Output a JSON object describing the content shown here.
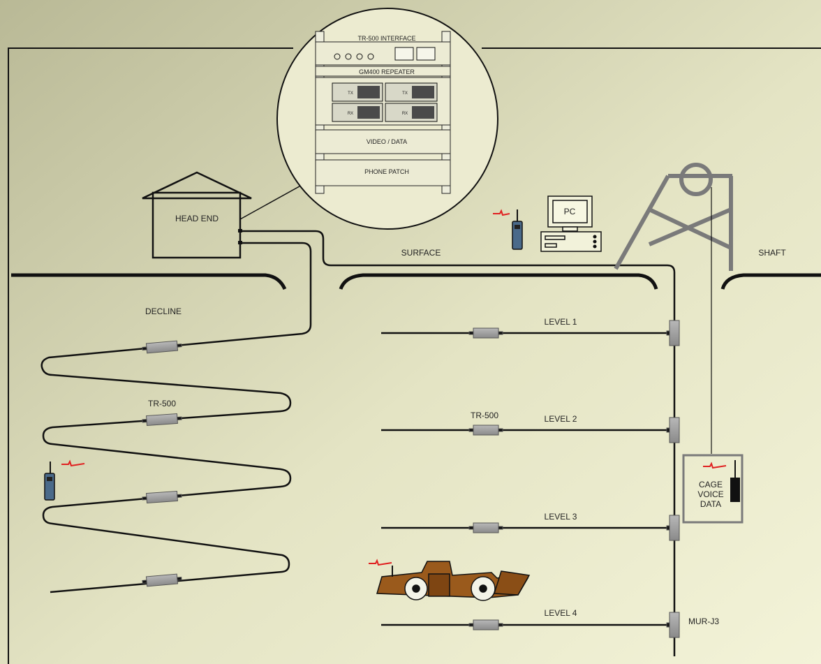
{
  "labels": {
    "head_end": "HEAD END",
    "surface": "SURFACE",
    "shaft": "SHAFT",
    "decline": "DECLINE",
    "tr500_decline": "TR-500",
    "tr500_level": "TR-500",
    "level1": "LEVEL  1",
    "level2": "LEVEL  2",
    "level3": "LEVEL  3",
    "level4": "LEVEL  4",
    "mur_j3": "MUR-J3",
    "pc": "PC",
    "cage_line1": "CAGE",
    "cage_line2": "VOICE",
    "cage_line3": "DATA"
  },
  "rack": {
    "tr500_interface": "TR-500 INTERFACE",
    "gm400_repeater": "GM400 REPEATER",
    "video_data": "VIDEO / DATA",
    "phone_patch": "PHONE PATCH",
    "tx": "TX",
    "rx": "RX"
  },
  "colors": {
    "background_start": "#b9b996",
    "background_end": "#f1f1d4",
    "line": "#111111",
    "structure_gray": "#7a7a7a",
    "signal_red": "#e02020",
    "loader_brown": "#9a5a1c",
    "radio_blue": "#4a6a8a"
  }
}
